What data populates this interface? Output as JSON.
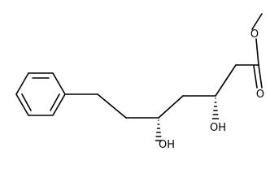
{
  "labels": {
    "ester_oxygen": "O",
    "carbonyl_oxygen": "O",
    "hydroxyl_3": "OH",
    "hydroxyl_5": "OH"
  },
  "stereo_bond_style": "hashed-wedge",
  "line_color": "#000000",
  "background_color": "#ffffff"
}
